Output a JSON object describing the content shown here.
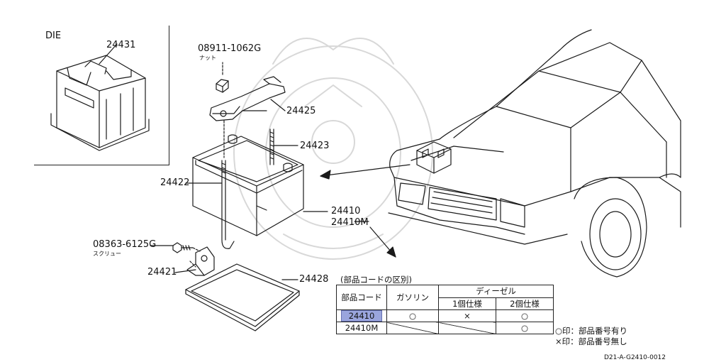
{
  "inset": {
    "title": "DIE",
    "part": "24431"
  },
  "labels": {
    "nut_part": "08911-1062G",
    "nut_name": "ナット",
    "clamp": "24425",
    "bolt": "24423",
    "rod": "24422",
    "battery": "24410",
    "battery_alt": "24410M",
    "screw_part": "08363-6125G",
    "screw_name": "スクリュー",
    "bracket": "24421",
    "tray": "24428"
  },
  "table": {
    "caption": "(部品コードの区別)",
    "headers": {
      "code": "部品コード",
      "gasoline": "ガソリン",
      "diesel": "ディーゼル",
      "single": "1個仕様",
      "double": "2個仕様"
    },
    "rows": [
      {
        "code": "24410",
        "gasoline": "○",
        "single": "×",
        "double": "○",
        "selected": true
      },
      {
        "code": "24410M",
        "gasoline": "",
        "single": "",
        "double": "○",
        "selected": false
      }
    ]
  },
  "legend": [
    "○印：部品番号有り",
    "×印：部品番号無し"
  ],
  "footer": {
    "code": "D21-A-G2410-0012"
  }
}
